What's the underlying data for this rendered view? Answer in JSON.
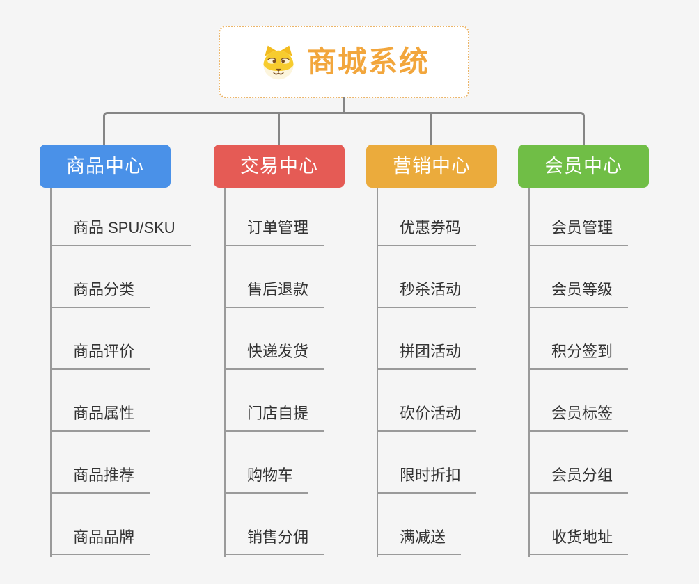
{
  "page": {
    "background": "#f5f5f5",
    "connector_color": "#858585"
  },
  "root": {
    "title": "商城系统",
    "icon": "shiba-dog-icon",
    "text_color": "#f2a63c",
    "border_color": "#ecb568"
  },
  "branches": [
    {
      "label": "商品中心",
      "color": "#4a91e8",
      "children": [
        "商品 SPU/SKU",
        "商品分类",
        "商品评价",
        "商品属性",
        "商品推荐",
        "商品品牌"
      ]
    },
    {
      "label": "交易中心",
      "color": "#e55b55",
      "children": [
        "订单管理",
        "售后退款",
        "快递发货",
        "门店自提",
        "购物车",
        "销售分佣"
      ]
    },
    {
      "label": "营销中心",
      "color": "#ebab3c",
      "children": [
        "优惠券码",
        "秒杀活动",
        "拼团活动",
        "砍价活动",
        "限时折扣",
        "满减送"
      ]
    },
    {
      "label": "会员中心",
      "color": "#70be46",
      "children": [
        "会员管理",
        "会员等级",
        "积分签到",
        "会员标签",
        "会员分组",
        "收货地址"
      ]
    }
  ]
}
